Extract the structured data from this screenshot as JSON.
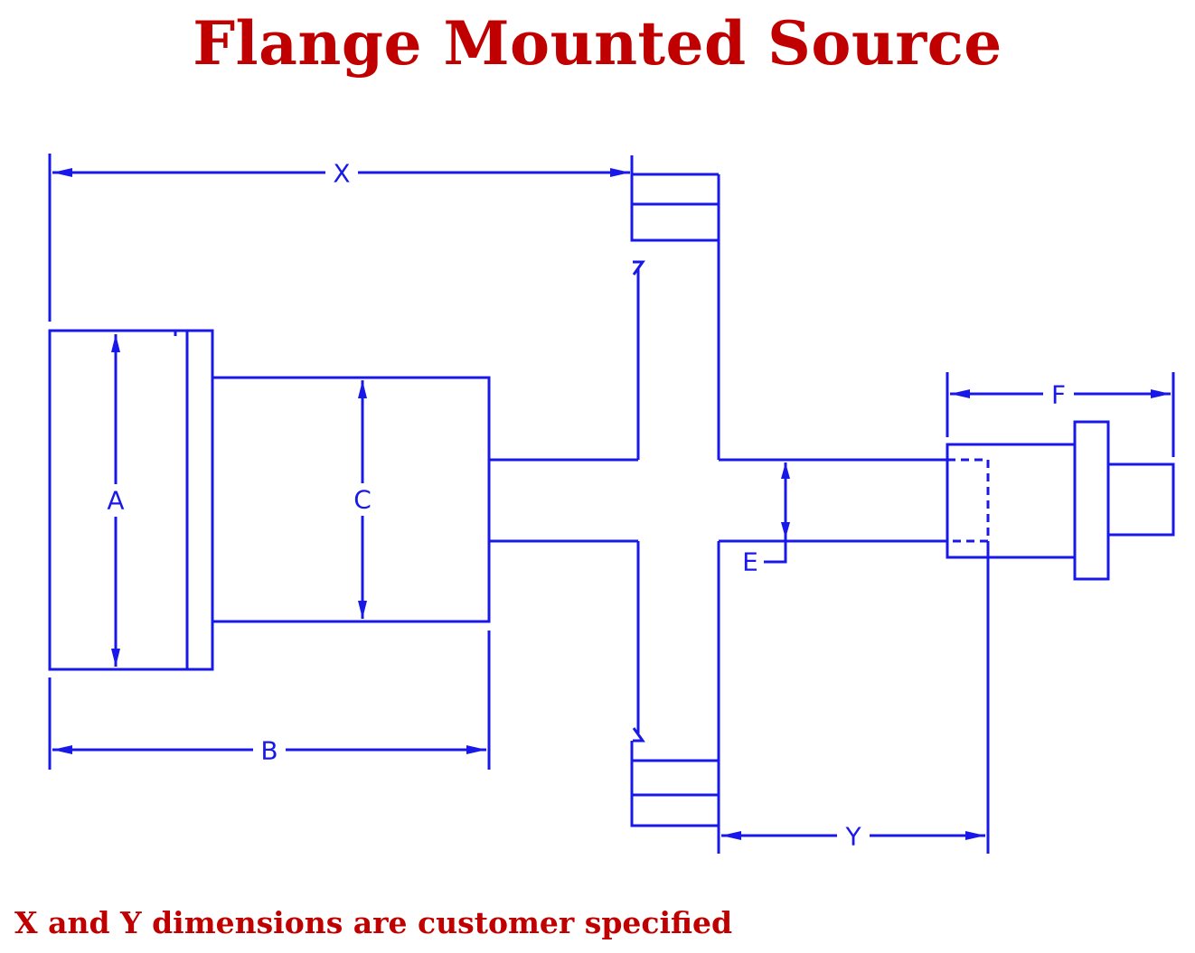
{
  "title": "Flange Mounted Source",
  "footnote": "X and Y dimensions are customer specified",
  "dimensions": {
    "x": "X",
    "a": "A",
    "c": "C",
    "b": "B",
    "e": "E",
    "f": "F",
    "y": "Y"
  },
  "colors": {
    "title": "#c00000",
    "drawing": "#1818e8"
  }
}
